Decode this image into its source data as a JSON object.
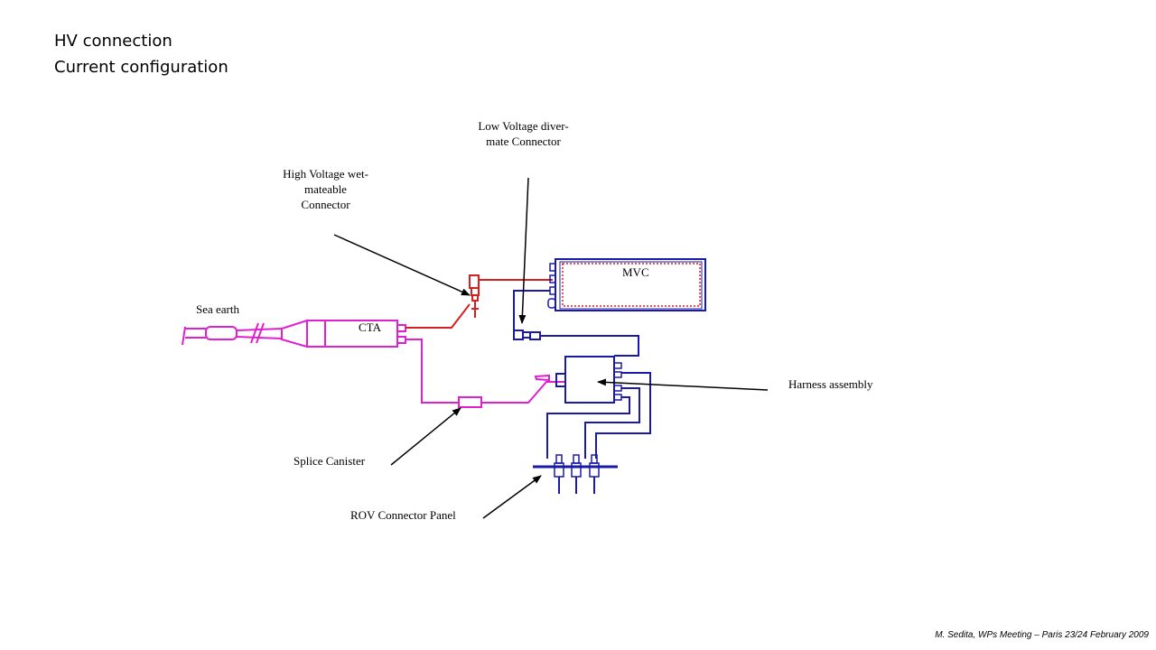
{
  "slide": {
    "title_line1": "HV connection",
    "title_line2": "Current configuration",
    "footer": "M. Sedita, WPs Meeting – Paris 23/24 February 2009"
  },
  "labels": {
    "lv_connector": "Low Voltage diver-\nmate Connector",
    "hv_connector": "High Voltage wet-\nmateable\nConnector",
    "mvc": "MVC",
    "sea_earth": "Sea earth",
    "cta": "CTA",
    "harness": "Harness assembly",
    "splice": "Splice Canister",
    "rov_panel": "ROV Connector Panel"
  },
  "colors": {
    "hv_cable": "#d42020",
    "lv_cable": "#1a1aa8",
    "cta_cable": "#e020d0",
    "pointer": "#000000"
  }
}
